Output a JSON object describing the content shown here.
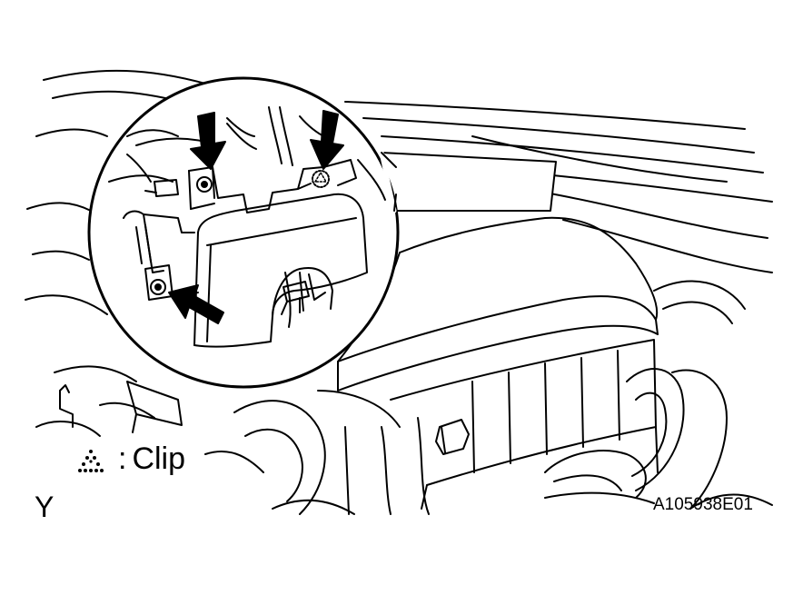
{
  "legend": {
    "symbol_icon": "dotted-triangle-icon",
    "colon": ":",
    "label": "Clip"
  },
  "view_letter": "Y",
  "figure_id": "A105938E01",
  "colors": {
    "ink": "#000000",
    "paper": "#ffffff"
  }
}
